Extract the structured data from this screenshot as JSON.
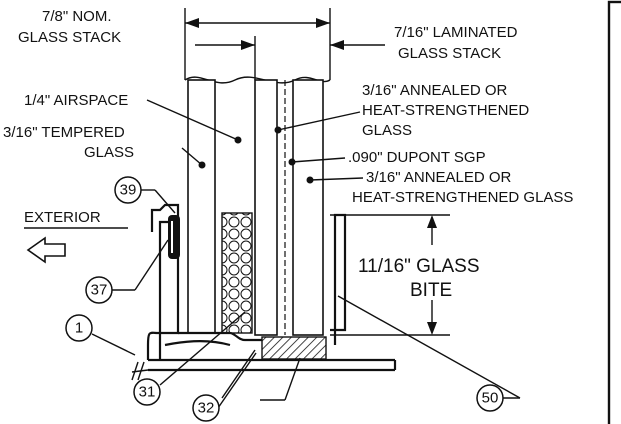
{
  "labels": {
    "nom_stack_1": "7/8\" NOM.",
    "nom_stack_2": "GLASS STACK",
    "lam_stack_1": "7/16\" LAMINATED",
    "lam_stack_2": "GLASS STACK",
    "airspace": "1/4\" AIRSPACE",
    "annealed_a_1": "3/16\" ANNEALED OR",
    "annealed_a_2": "HEAT-STRENGTHENED",
    "annealed_a_3": "GLASS",
    "tempered_1": "3/16\" TEMPERED",
    "tempered_2": "GLASS",
    "sgp": ".090\" DUPONT SGP",
    "annealed_b_1": "3/16\" ANNEALED OR",
    "annealed_b_2": "HEAT-STRENGTHENED GLASS",
    "exterior": "EXTERIOR",
    "bite_1": "11/16\" GLASS",
    "bite_2": "BITE"
  },
  "callouts": {
    "c39": "39",
    "c37": "37",
    "c1": "1",
    "c31": "31",
    "c32": "32",
    "c50": "50"
  }
}
